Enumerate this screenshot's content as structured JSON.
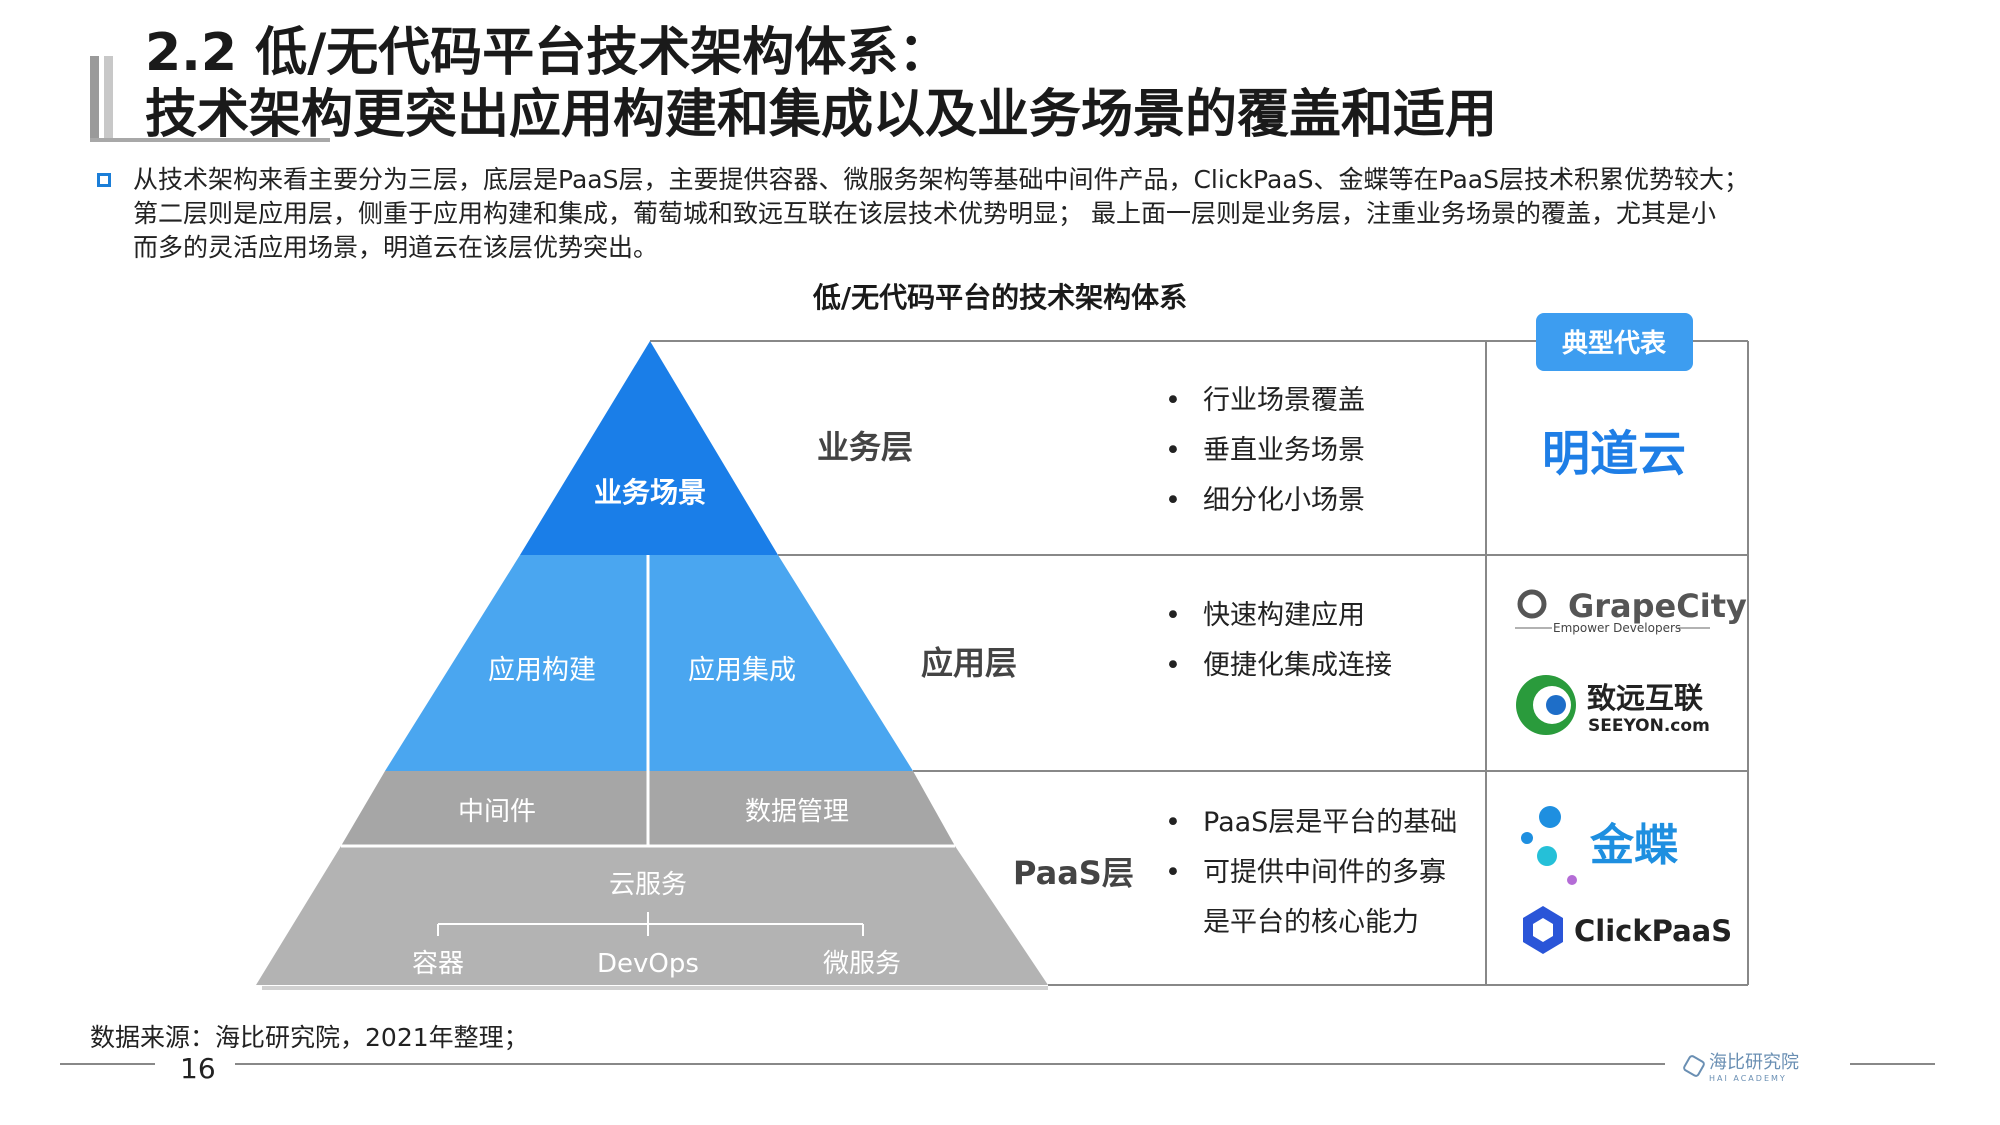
{
  "header": {
    "title_line1": "2.2 低/无代码平台技术架构体系：",
    "title_line2": "技术架构更突出应用构建和集成以及业务场景的覆盖和适用"
  },
  "intro": {
    "lines": [
      "从技术架构来看主要分为三层，底层是PaaS层，主要提供容器、微服务架构等基础中间件产品，ClickPaaS、金蝶等在PaaS层技术积累优势较大；",
      "第二层则是应用层，侧重于应用构建和集成，葡萄城和致远互联在该层技术优势明显； 最上面一层则是业务层，注重业务场景的覆盖，尤其是小",
      "而多的灵活应用场景，明道云在该层优势突出。"
    ]
  },
  "diagram": {
    "title": "低/无代码平台的技术架构体系",
    "representative_badge": "典型代表",
    "pyramid": {
      "top": "业务场景",
      "mid_left": "应用构建",
      "mid_right": "应用集成",
      "low_left": "中间件",
      "low_right": "数据管理",
      "base": "云服务",
      "base_items": [
        "容器",
        "DevOps",
        "微服务"
      ]
    },
    "layers": [
      {
        "name": "业务层",
        "bullets": [
          "行业场景覆盖",
          "垂直业务场景",
          "细分化小场景"
        ],
        "bullet_mark": "•"
      },
      {
        "name": "应用层",
        "bullets": [
          "快速构建应用",
          "便捷化集成连接"
        ],
        "bullet_mark": "•"
      },
      {
        "name": "PaaS层",
        "bullets": [
          "PaaS层是平台的基础",
          "可提供中间件的多寡",
          "是平台的核心能力"
        ],
        "bullet_mark": "•"
      }
    ],
    "logos": {
      "mingdao": "明道云",
      "grapecity": "GrapeCity",
      "grapecity_tagline": "Empower Developers",
      "seeyon_cn": "致远互联",
      "seeyon_en": "SEEYON.com",
      "kingdee": "金蝶",
      "clickpaas": "ClickPaaS"
    },
    "colors": {
      "top": "#1a7ee8",
      "mid": "#4aa6f0",
      "low": "#a6a6a6",
      "base": "#b3b3b3",
      "badge": "#3d9df0",
      "frame": "#888888"
    }
  },
  "footer": {
    "source": "数据来源：海比研究院，2021年整理；",
    "page": "16",
    "brand": "海比研究院",
    "brand_sub": "HAI ACADEMY"
  }
}
